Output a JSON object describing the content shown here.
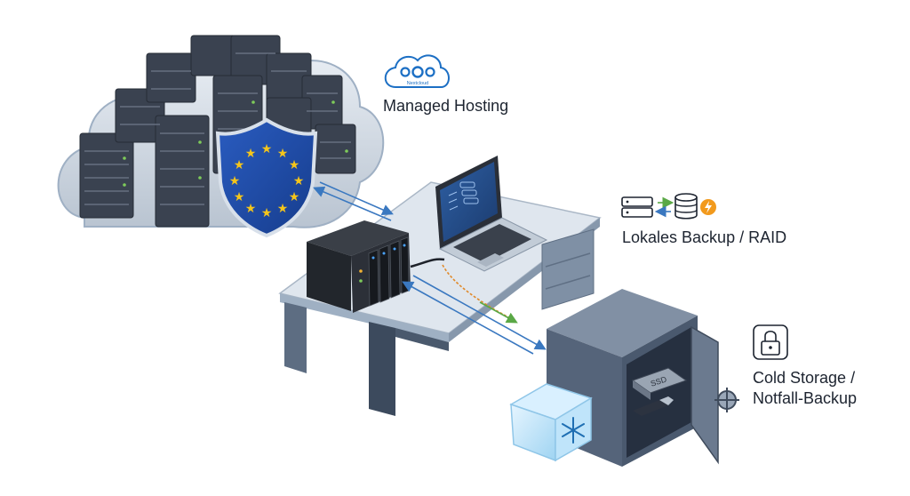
{
  "labels": {
    "managed_hosting": "Managed Hosting",
    "local_backup": "Lokales Backup / RAID",
    "cold_storage_line1": "Cold Storage /",
    "cold_storage_line2": "Notfall-Backup"
  },
  "nextcloud": {
    "logo_text": "Nextcloud"
  },
  "drive": {
    "label": "SSD"
  },
  "icons": {
    "cloud": "server-cloud-icon",
    "shield": "eu-shield-icon",
    "nas": "nas-icon",
    "laptop": "laptop-icon",
    "safe": "safe-icon",
    "ice": "ice-cube-icon",
    "backup": "server-sync-icon",
    "lock": "padlock-icon"
  },
  "colors": {
    "eu_blue": "#1e4aa8",
    "eu_star": "#f4c51b",
    "accent_orange": "#f29a1d",
    "arrow_blue": "#3a78c0",
    "arrow_green": "#5aa846",
    "arrow_orange": "#e08a2a",
    "desk": "#d7dfe8",
    "safe": "#5c6b80"
  }
}
